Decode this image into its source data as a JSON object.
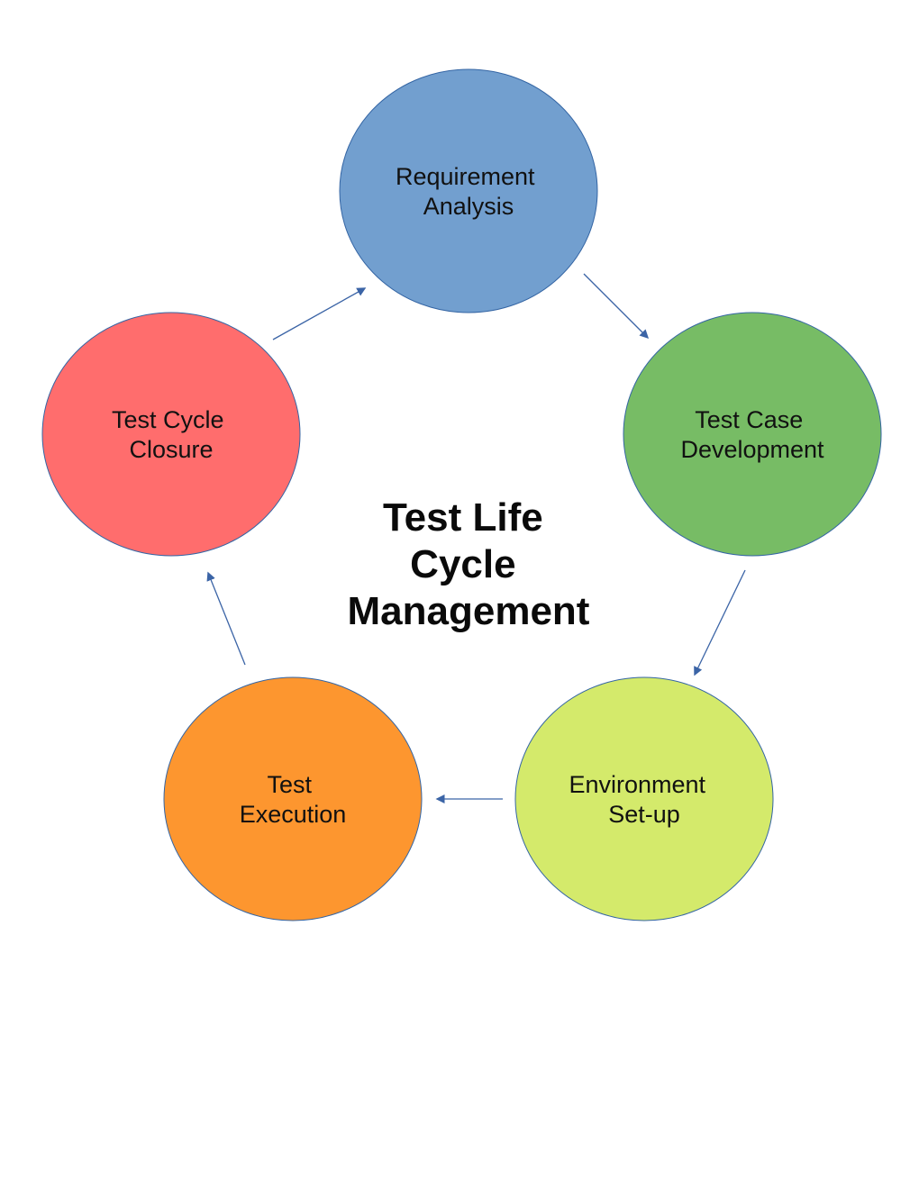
{
  "title": {
    "lines": [
      "Test Life",
      "Cycle",
      "Management"
    ]
  },
  "stages": [
    {
      "id": "requirement-analysis",
      "lines": [
        "Requirement",
        "Analysis"
      ],
      "color": "#729fcf"
    },
    {
      "id": "test-case-development",
      "lines": [
        "Test Case",
        "Development"
      ],
      "color": "#77bc65"
    },
    {
      "id": "environment-set-up",
      "lines": [
        "Environment",
        "Set-up"
      ],
      "color": "#d4ea6b"
    },
    {
      "id": "test-execution",
      "lines": [
        "Test",
        "Execution"
      ],
      "color": "#fd962f"
    },
    {
      "id": "test-cycle-closure",
      "lines": [
        "Test Cycle",
        "Closure"
      ],
      "color": "#ff6d6d"
    }
  ],
  "flow": [
    {
      "from": "requirement-analysis",
      "to": "test-case-development"
    },
    {
      "from": "test-case-development",
      "to": "environment-set-up"
    },
    {
      "from": "environment-set-up",
      "to": "test-execution"
    },
    {
      "from": "test-execution",
      "to": "test-cycle-closure"
    },
    {
      "from": "test-cycle-closure",
      "to": "requirement-analysis"
    }
  ],
  "colors": {
    "node_outline": "#3465a4",
    "arrow": "#3b64a6"
  }
}
